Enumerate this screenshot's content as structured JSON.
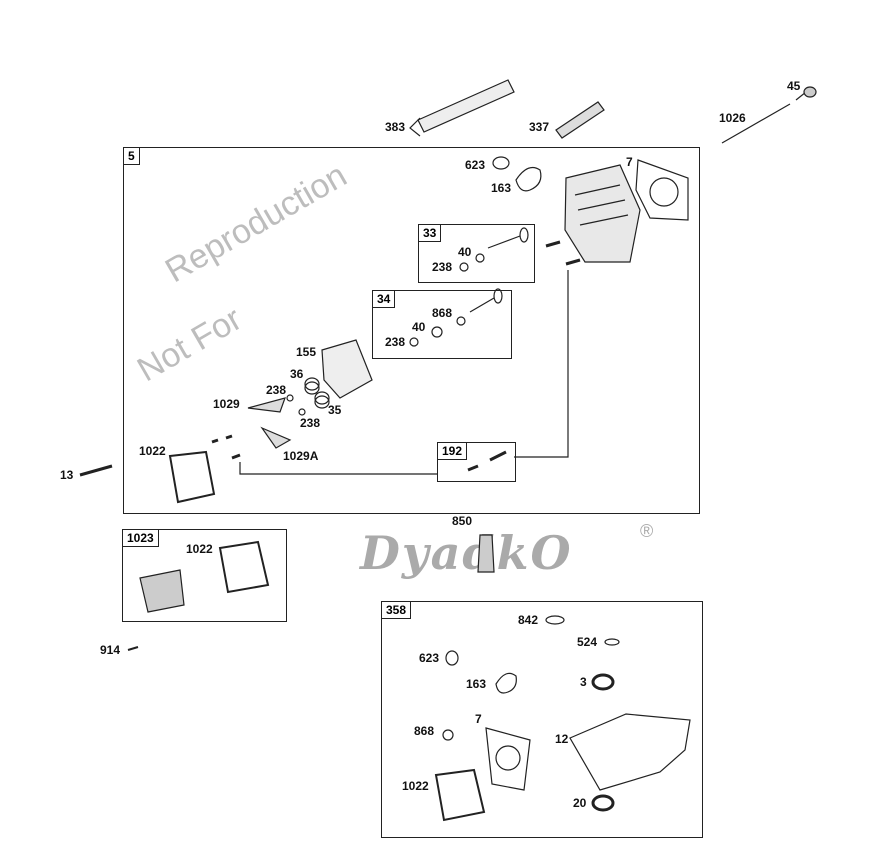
{
  "watermark": {
    "line1": "Not For",
    "line2": "Reproduction"
  },
  "logo": {
    "text": "DyadkO",
    "registered": "®"
  },
  "boxes": {
    "main": "5",
    "valve_intake": "33",
    "valve_exhaust": "34",
    "rocker_stud": "192",
    "cover_kit": "1023",
    "gasket_set": "358"
  },
  "callouts": {
    "tube": "383",
    "spark_plug": "337",
    "pushrod": "1026",
    "screw_top": "45",
    "oring_head": "623",
    "breather_gasket": "163",
    "head_gasket": "7",
    "v33_40": "40",
    "v33_238": "238",
    "v34_868": "868",
    "v34_40": "40",
    "v34_238": "238",
    "rocker_cover_plate": "155",
    "spring": "36",
    "retainer_a": "238",
    "rocker_arm": "1029",
    "spring_b": "35",
    "retainer_b": "238",
    "cover_gasket": "1022",
    "rocker_arm_a": "1029A",
    "bolt": "13",
    "kit_gasket": "1022",
    "screw_914": "914",
    "sealant": "850",
    "k_842": "842",
    "k_524": "524",
    "k_623": "623",
    "k_163": "163",
    "k_3": "3",
    "k_7": "7",
    "k_868": "868",
    "k_12": "12",
    "k_1022": "1022",
    "k_20": "20"
  }
}
